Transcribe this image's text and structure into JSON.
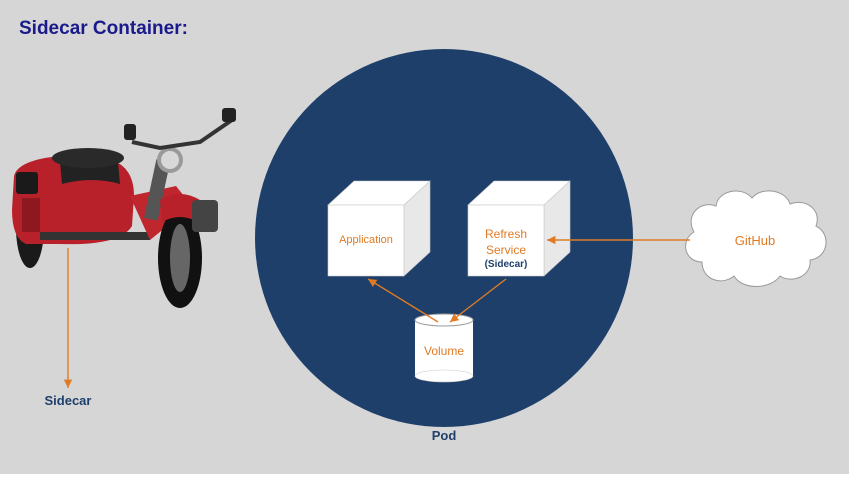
{
  "title": "Sidecar Container:",
  "labels": {
    "sidecar": "Sidecar",
    "pod": "Pod",
    "application": "Application",
    "refresh_service": "Refresh Service",
    "sidecar_tag": "(Sidecar)",
    "volume": "Volume",
    "github": "GitHub"
  },
  "colors": {
    "background": "#d6d6d6",
    "title": "#1a1a8c",
    "pod_fill": "#1f3f6b",
    "accent_orange": "#e07b24",
    "node_fill": "#ffffff"
  },
  "icons": {
    "motorcycle": "motorcycle-with-sidecar-photo",
    "cloud": "cloud-icon",
    "cylinder": "database-cylinder-icon"
  }
}
